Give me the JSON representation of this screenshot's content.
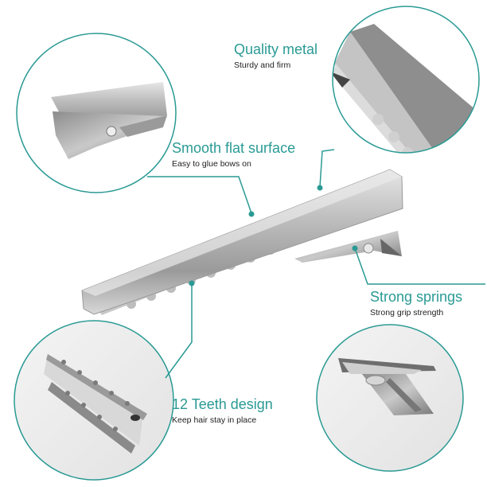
{
  "accent_color": "#2a9a94",
  "product": "Alligator hair clip",
  "features": [
    {
      "id": "quality-metal",
      "title": "Quality metal",
      "subtitle": "Sturdy and firm"
    },
    {
      "id": "smooth-flat-surface",
      "title": "Smooth flat surface",
      "subtitle": "Easy to glue bows on"
    },
    {
      "id": "strong-springs",
      "title": "Strong springs",
      "subtitle": "Strong grip strength"
    },
    {
      "id": "teeth-design",
      "title": "12 Teeth design",
      "subtitle": "Keep hair stay in place"
    }
  ],
  "detail_views": [
    {
      "id": "hinge-closeup",
      "label": "Clip hinge close-up"
    },
    {
      "id": "metal-closeup",
      "label": "Metal body close-up"
    },
    {
      "id": "teeth-closeup",
      "label": "Teeth close-up"
    },
    {
      "id": "spring-closeup",
      "label": "Spring close-up"
    }
  ]
}
